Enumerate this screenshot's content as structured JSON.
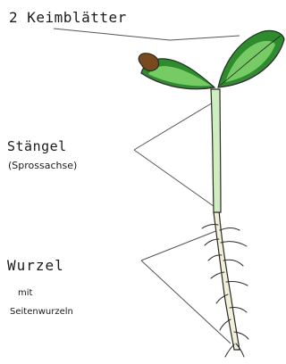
{
  "labels": {
    "cotyledons": "2 Keimblätter",
    "stem": "Stängel",
    "stem_note": "(Sprossachse)",
    "root": "Wurzel",
    "root_note_1": "mit",
    "root_note_2": "Seitenwurzeln"
  },
  "colors": {
    "leaf_dark": "#2e8b2e",
    "leaf_light": "#7ed16a",
    "stem": "#cfeec0",
    "root": "#f2f0d8",
    "seed_coat": "#7a4a1f",
    "outline": "#2a2a2a",
    "leader_line": "#555555"
  }
}
